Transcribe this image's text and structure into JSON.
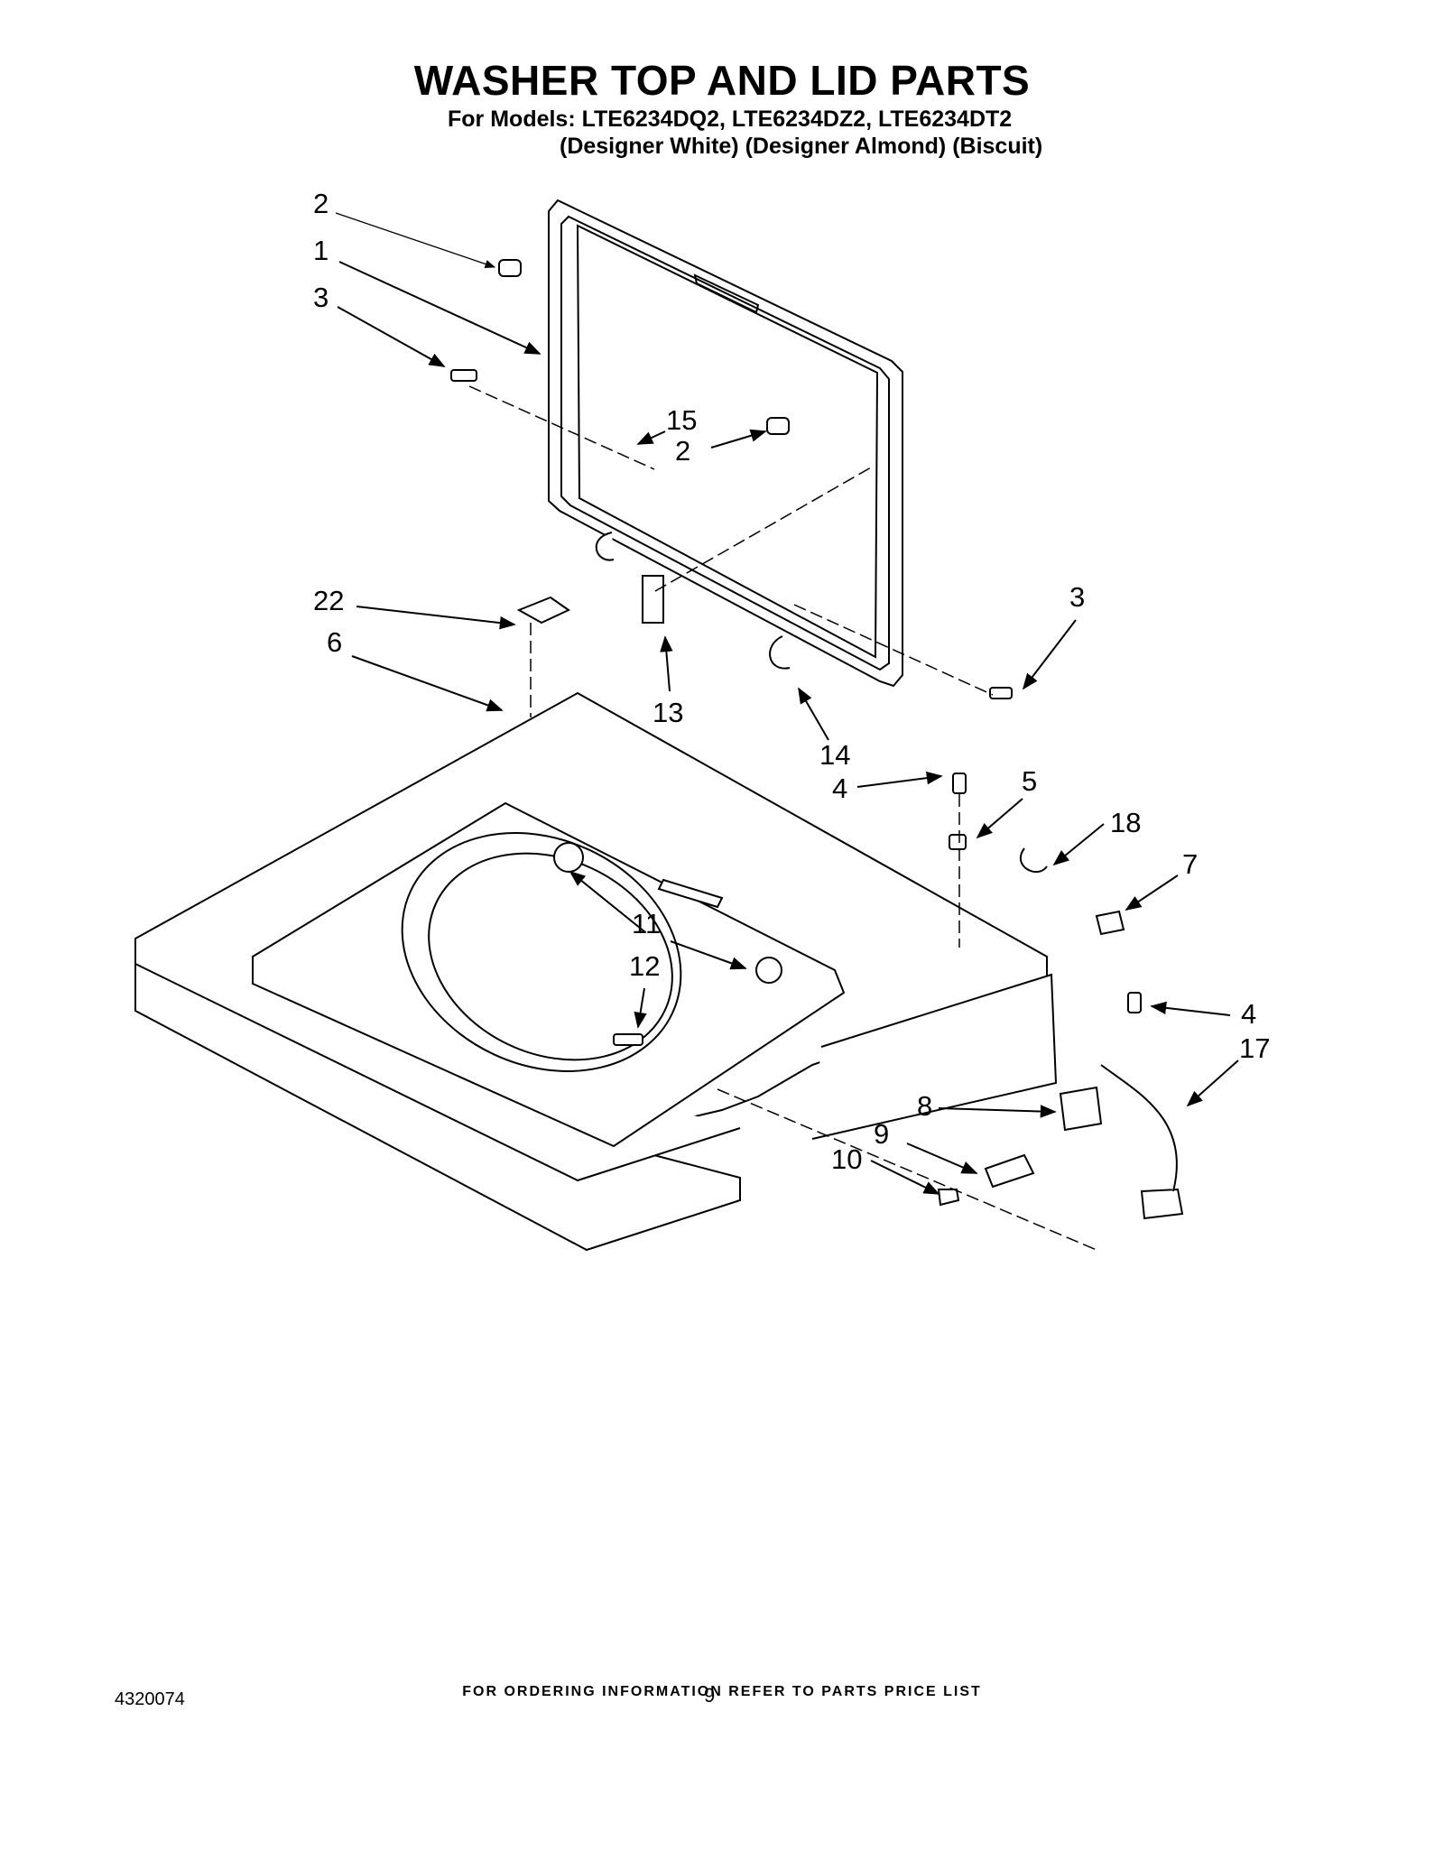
{
  "header": {
    "title": "WASHER TOP AND LID PARTS",
    "models_line": "For Models: LTE6234DQ2, LTE6234DZ2, LTE6234DT2",
    "colors_line": "(Designer White) (Designer Almond) (Biscuit)"
  },
  "callouts": [
    {
      "id": "c2a",
      "label": "2"
    },
    {
      "id": "c1",
      "label": "1"
    },
    {
      "id": "c3a",
      "label": "3"
    },
    {
      "id": "c15",
      "label": "15"
    },
    {
      "id": "c2b",
      "label": "2"
    },
    {
      "id": "c22",
      "label": "22"
    },
    {
      "id": "c6",
      "label": "6"
    },
    {
      "id": "c13",
      "label": "13"
    },
    {
      "id": "c14",
      "label": "14"
    },
    {
      "id": "c3b",
      "label": "3"
    },
    {
      "id": "c4a",
      "label": "4"
    },
    {
      "id": "c5",
      "label": "5"
    },
    {
      "id": "c18",
      "label": "18"
    },
    {
      "id": "c7",
      "label": "7"
    },
    {
      "id": "c11",
      "label": "11"
    },
    {
      "id": "c12",
      "label": "12"
    },
    {
      "id": "c4b",
      "label": "4"
    },
    {
      "id": "c17",
      "label": "17"
    },
    {
      "id": "c8",
      "label": "8"
    },
    {
      "id": "c9",
      "label": "9"
    },
    {
      "id": "c10",
      "label": "10"
    }
  ],
  "footer": {
    "ordering_note": "FOR ORDERING INFORMATION REFER TO PARTS PRICE LIST",
    "doc_number": "4320074",
    "page_number": "9"
  }
}
